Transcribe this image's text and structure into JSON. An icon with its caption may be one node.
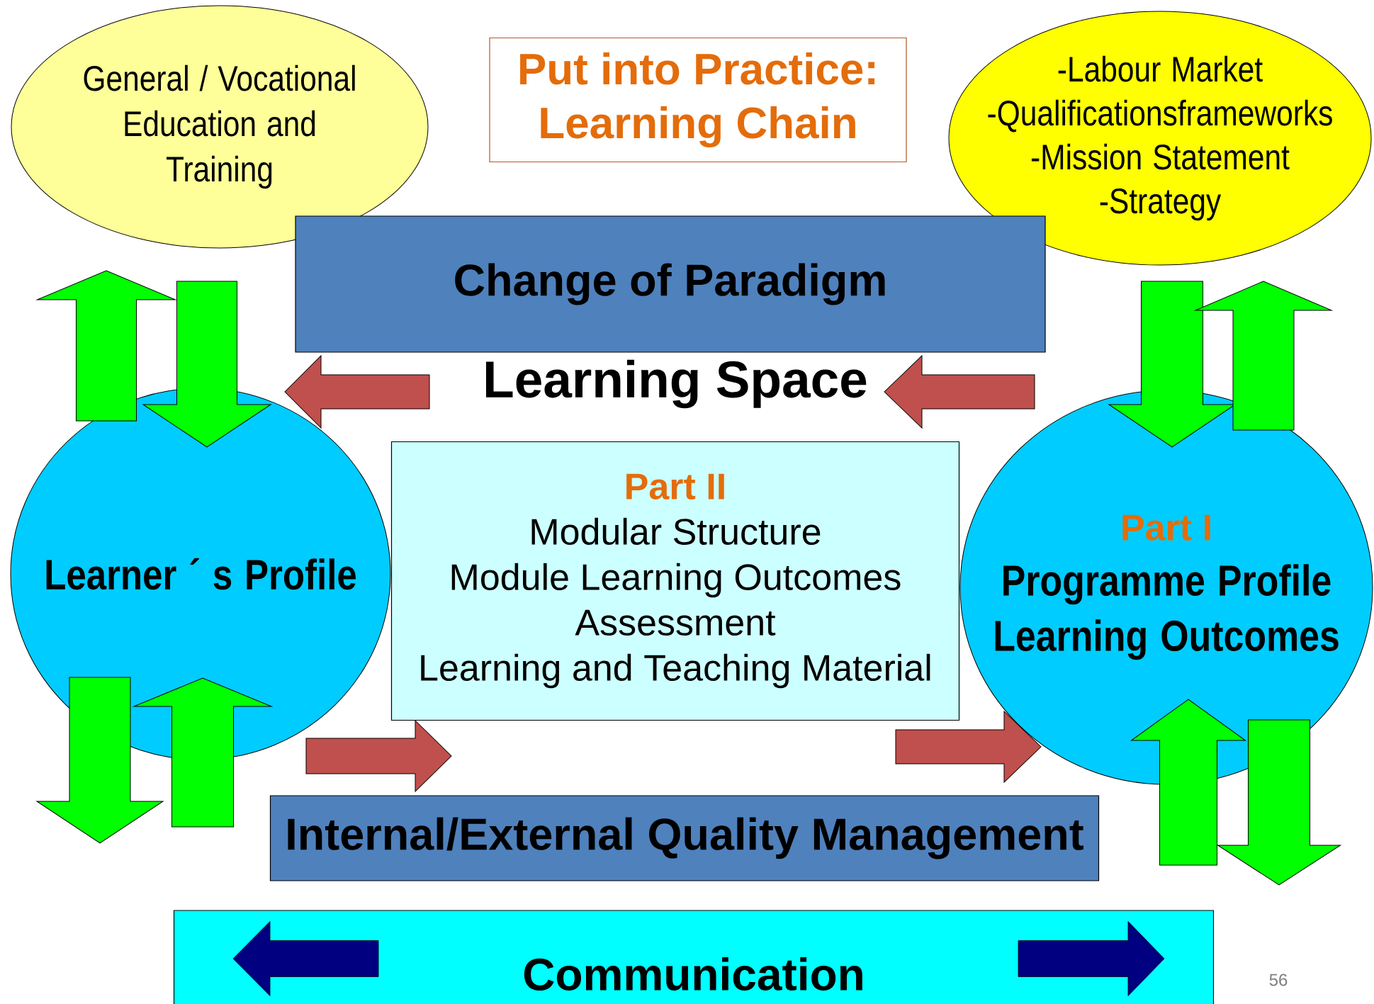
{
  "diagram": {
    "nodes": [
      {
        "text": [
          "General / Vocational Education and Training"
        ]
      },
      {
        "text": [
          "Put into Practice: Learning Chain"
        ]
      },
      {
        "text": [
          "-Labour Market",
          "-Qualificationsframeworks",
          "-Mission Statement",
          "-Strategy"
        ]
      },
      {
        "text": [
          "Change of Paradigm"
        ]
      },
      {
        "text": [
          "Learning Space"
        ]
      },
      {
        "text": [
          "Learner ´ s Profile"
        ]
      },
      {
        "text": [
          "Part II",
          "Modular Structure",
          "Module Learning Outcomes",
          "Assessment",
          "Learning and Teaching Material"
        ]
      },
      {
        "text": [
          "Part I",
          "Programme Profile",
          "Learning Outcomes"
        ]
      },
      {
        "text": [
          "Internal/External Quality Management"
        ]
      },
      {
        "text": [
          "Communication"
        ]
      }
    ],
    "edges": [
      {
        "from": 5,
        "to": 0,
        "arrow": "to"
      },
      {
        "from": 0,
        "to": 5,
        "arrow": "to"
      },
      {
        "from": 2,
        "to": 7,
        "arrow": "to"
      },
      {
        "from": 7,
        "to": 2,
        "arrow": "to"
      },
      {
        "from": 7,
        "to": 4,
        "arrow": "to",
        "color": "#c0504d"
      },
      {
        "from": 4,
        "to": 5,
        "arrow": "to",
        "color": "#c0504d"
      },
      {
        "from": 5,
        "to": 6,
        "arrow": "to",
        "color": "#c0504d"
      },
      {
        "from": 6,
        "to": 7,
        "arrow": "to",
        "color": "#c0504d"
      },
      {
        "from": 5,
        "to": null,
        "arrow": "to"
      },
      {
        "from": 5,
        "to": null,
        "arrow": "to"
      },
      {
        "from": 7,
        "to": null,
        "arrow": "to"
      },
      {
        "from": 7,
        "to": null,
        "arrow": "to"
      }
    ],
    "labels": [
      "56"
    ]
  }
}
